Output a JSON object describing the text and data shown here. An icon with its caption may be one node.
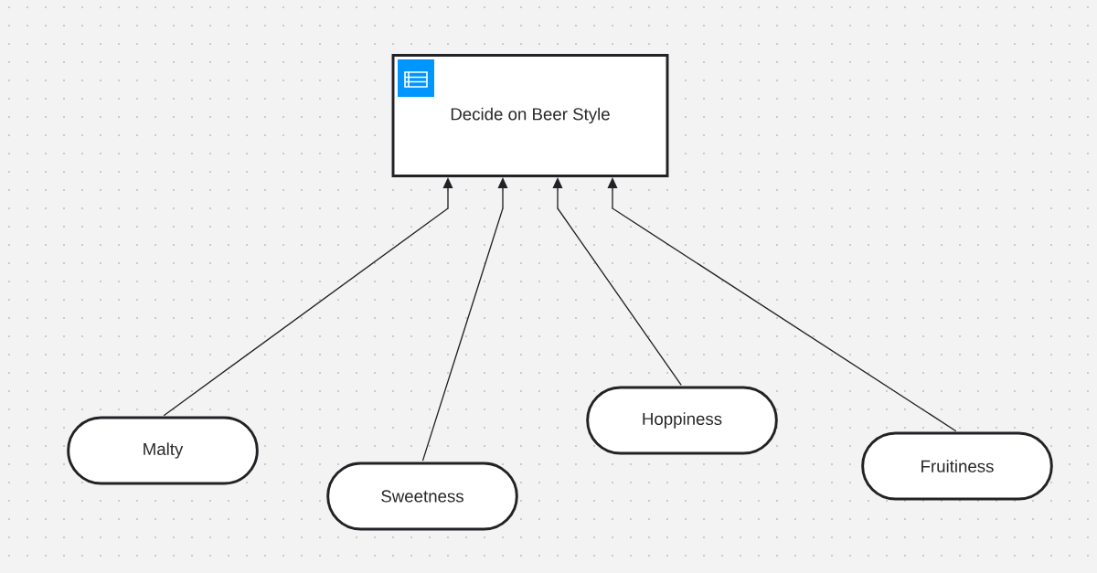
{
  "diagram": {
    "nodes": [
      {
        "text": [
          "Decide on Beer Style"
        ]
      },
      {
        "text": [
          "Malty"
        ]
      },
      {
        "text": [
          "Sweetness"
        ]
      },
      {
        "text": [
          "Hoppiness"
        ]
      },
      {
        "text": [
          "Fruitiness"
        ]
      }
    ],
    "edges": [
      {
        "from": 1,
        "to": 0,
        "arrow": "to"
      },
      {
        "from": 2,
        "to": 0,
        "arrow": "to"
      },
      {
        "from": 3,
        "to": 0,
        "arrow": "to"
      },
      {
        "from": 4,
        "to": 0,
        "arrow": "to"
      }
    ]
  }
}
